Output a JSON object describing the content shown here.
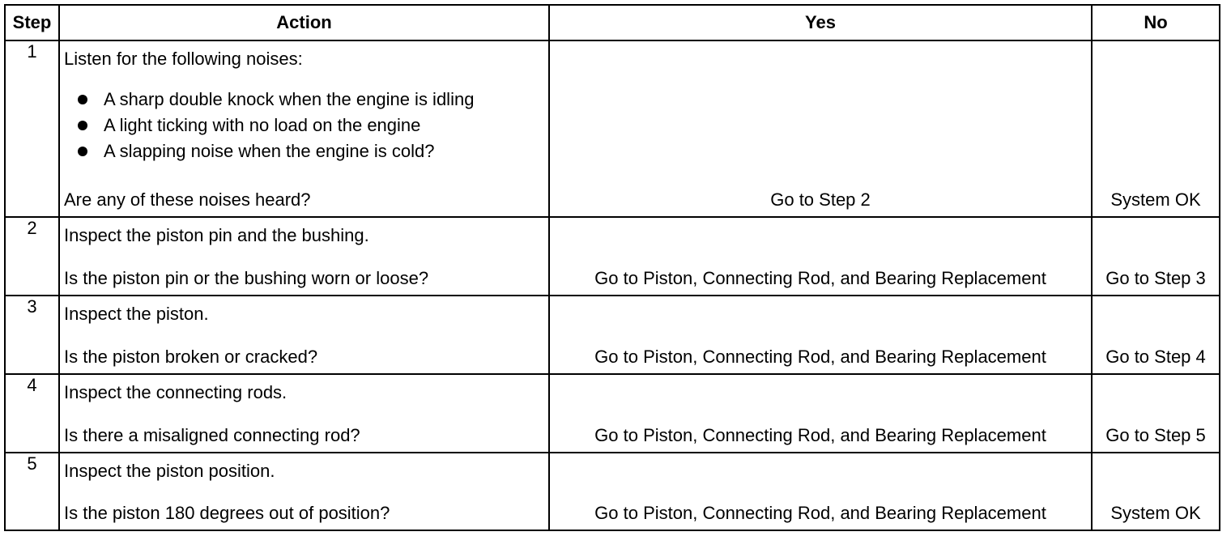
{
  "headers": {
    "step": "Step",
    "action": "Action",
    "yes": "Yes",
    "no": "No"
  },
  "rows": [
    {
      "step": "1",
      "action_intro": "Listen for the following noises:",
      "bullets": [
        "A sharp double knock when the engine is idling",
        "A light ticking with no load on the engine",
        "A slapping noise when the engine is cold?"
      ],
      "question": "Are any of these noises heard?",
      "yes": "Go to Step 2",
      "no": "System OK"
    },
    {
      "step": "2",
      "action_intro": "Inspect the piston pin and the bushing.",
      "question": "Is the piston pin or the bushing worn or loose?",
      "yes": "Go to Piston, Connecting Rod, and Bearing Replacement",
      "no": "Go to Step 3"
    },
    {
      "step": "3",
      "action_intro": "Inspect the piston.",
      "question": "Is the piston broken or cracked?",
      "yes": "Go to Piston, Connecting Rod, and Bearing Replacement",
      "no": "Go to Step 4"
    },
    {
      "step": "4",
      "action_intro": "Inspect the connecting rods.",
      "question": "Is there a misaligned connecting rod?",
      "yes": "Go to Piston, Connecting Rod, and Bearing Replacement",
      "no": "Go to Step 5"
    },
    {
      "step": "5",
      "action_intro": "Inspect the piston position.",
      "question": "Is the piston 180 degrees out of position?",
      "yes": "Go to Piston, Connecting Rod, and Bearing Replacement",
      "no": "System OK"
    }
  ]
}
